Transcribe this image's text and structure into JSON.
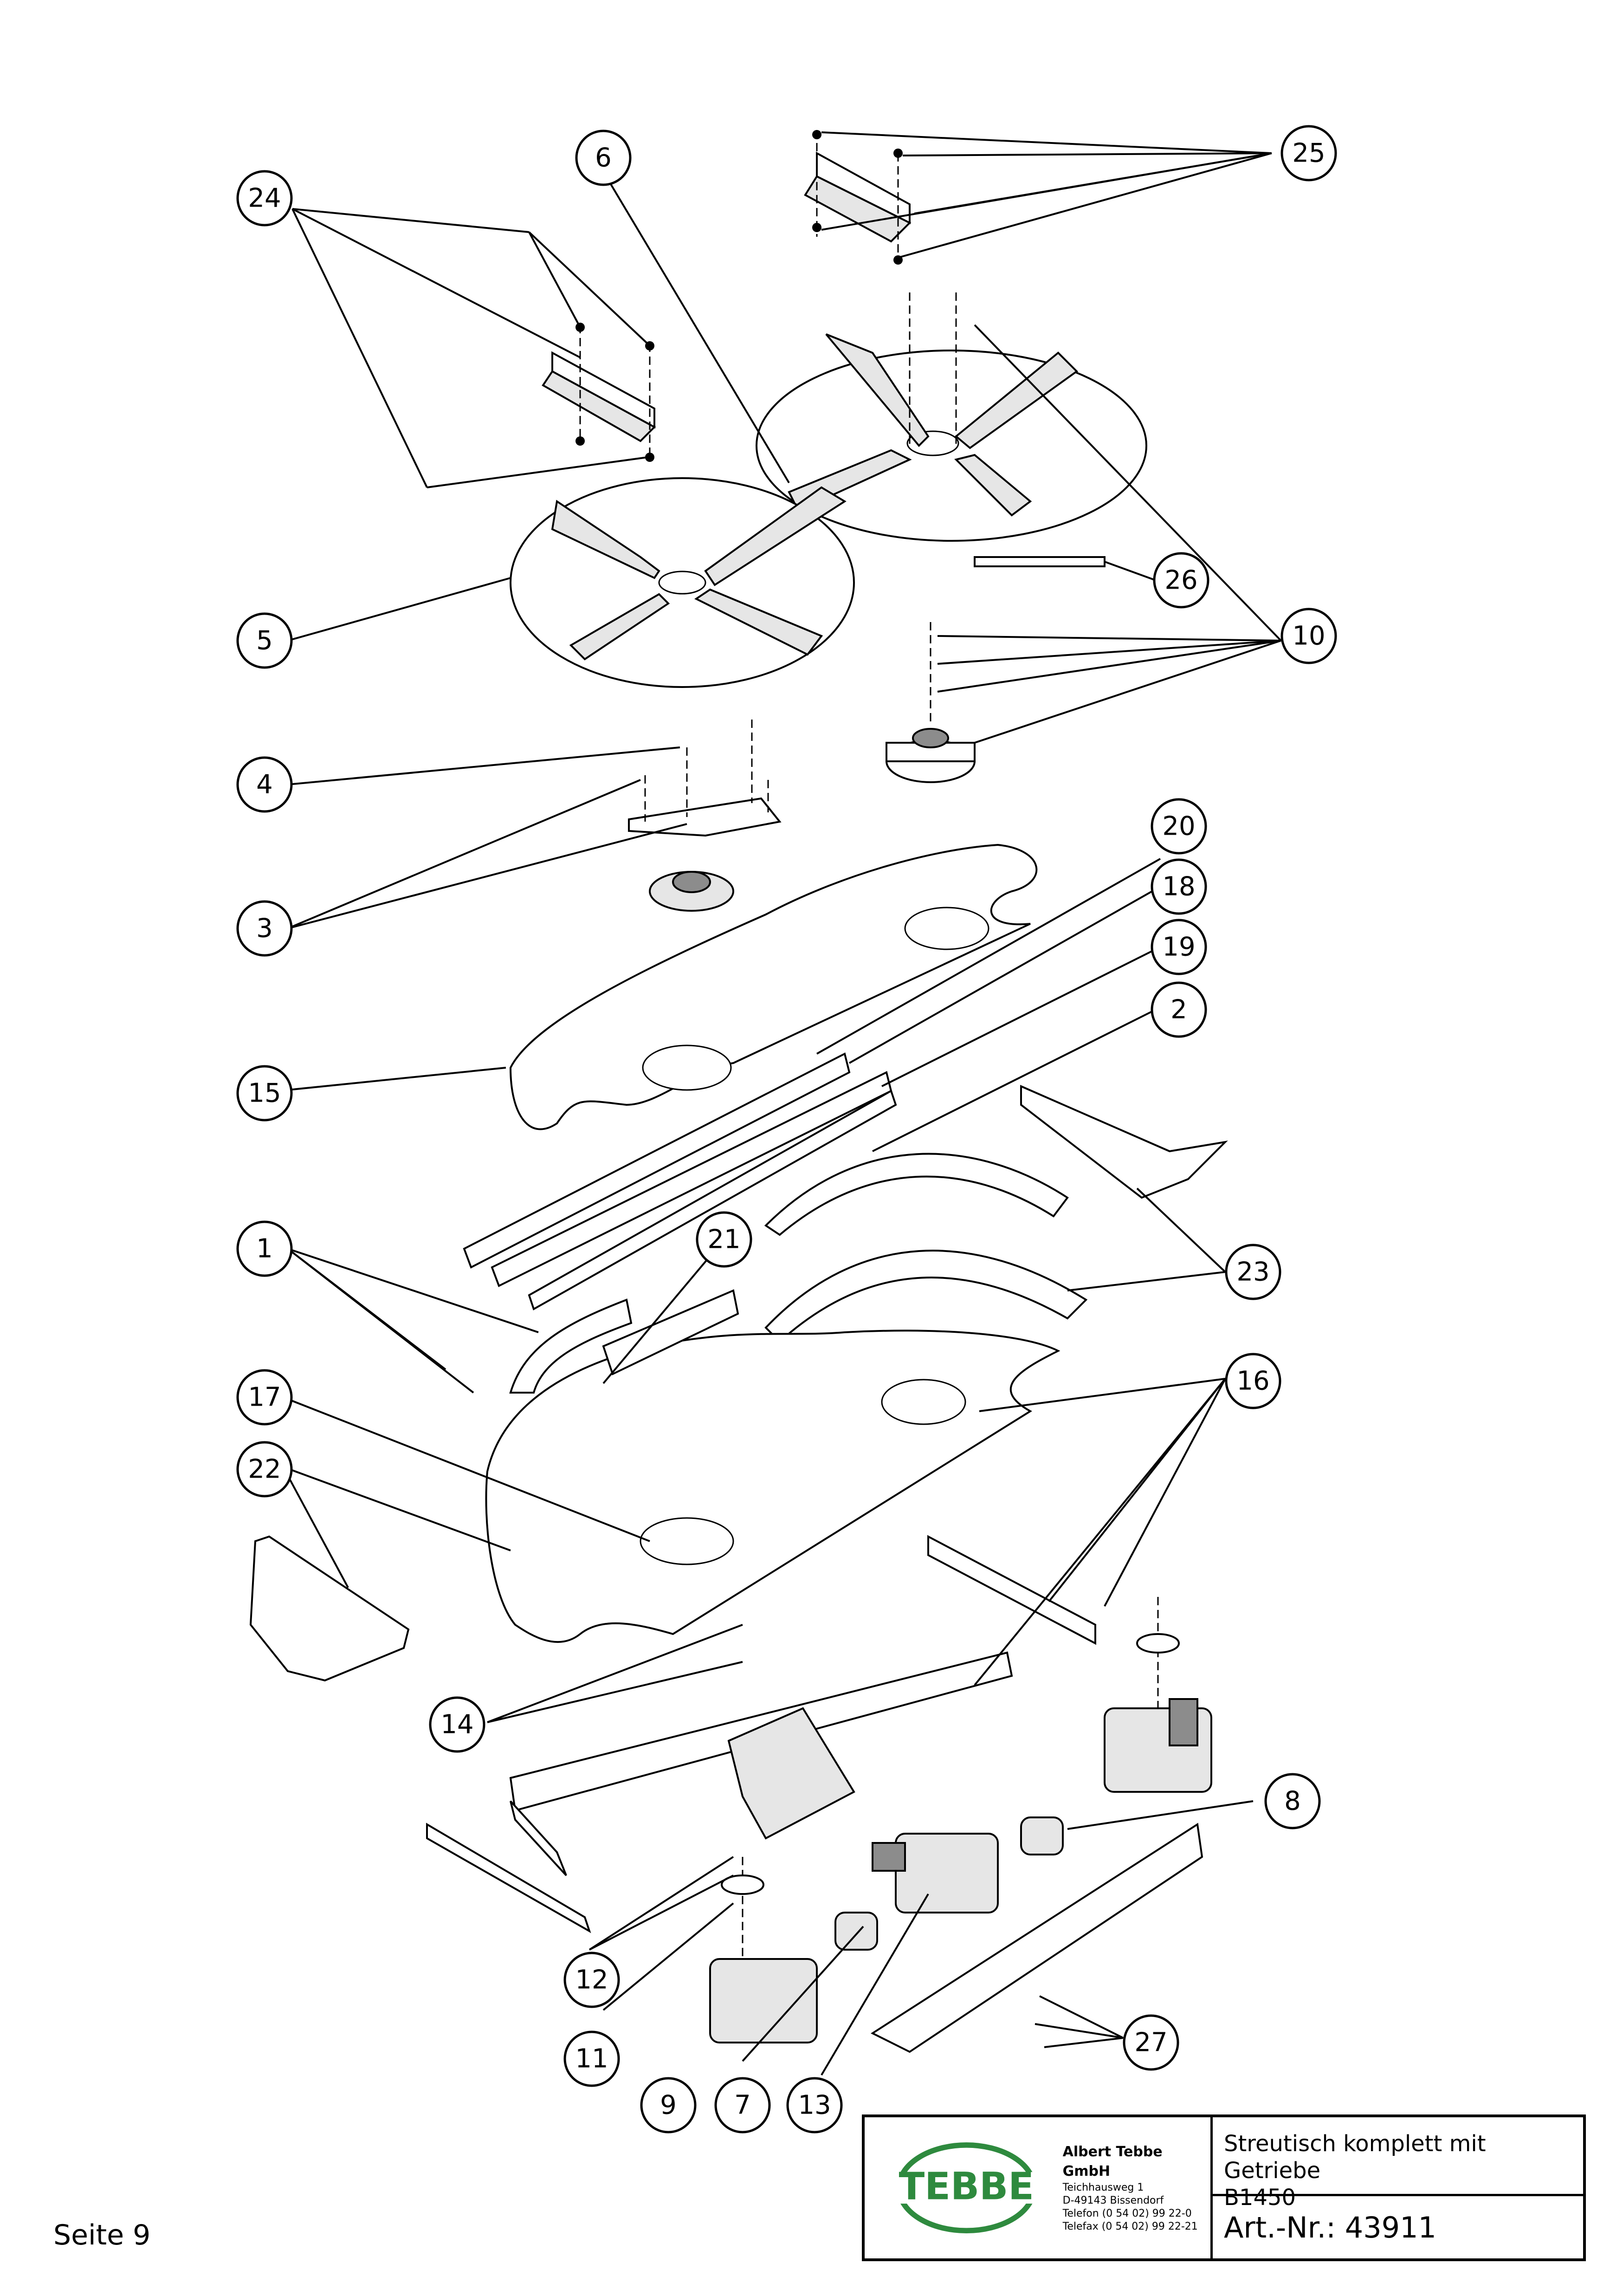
{
  "callouts": [
    "24",
    "6",
    "25",
    "10",
    "26",
    "5",
    "4",
    "3",
    "20",
    "18",
    "19",
    "2",
    "15",
    "1",
    "21",
    "23",
    "16",
    "17",
    "22",
    "14",
    "8",
    "12",
    "11",
    "9",
    "7",
    "13",
    "27"
  ],
  "page": {
    "label": "Seite 9"
  },
  "title_block": {
    "company": "Albert Tebbe GmbH",
    "address_lines": [
      "Teichhausweg 1",
      "D-49143 Bissendorf",
      "Telefon (0 54 02) 99 22-0",
      "Telefax (0 54 02) 99 22-21"
    ],
    "description_line1": "Streutisch komplett mit Getriebe",
    "description_line2": "B1450",
    "article_number": "Art.-Nr.: 43911"
  },
  "colors": {
    "logo_green": "#2e8a3e",
    "line": "#000000",
    "background": "#ffffff"
  }
}
